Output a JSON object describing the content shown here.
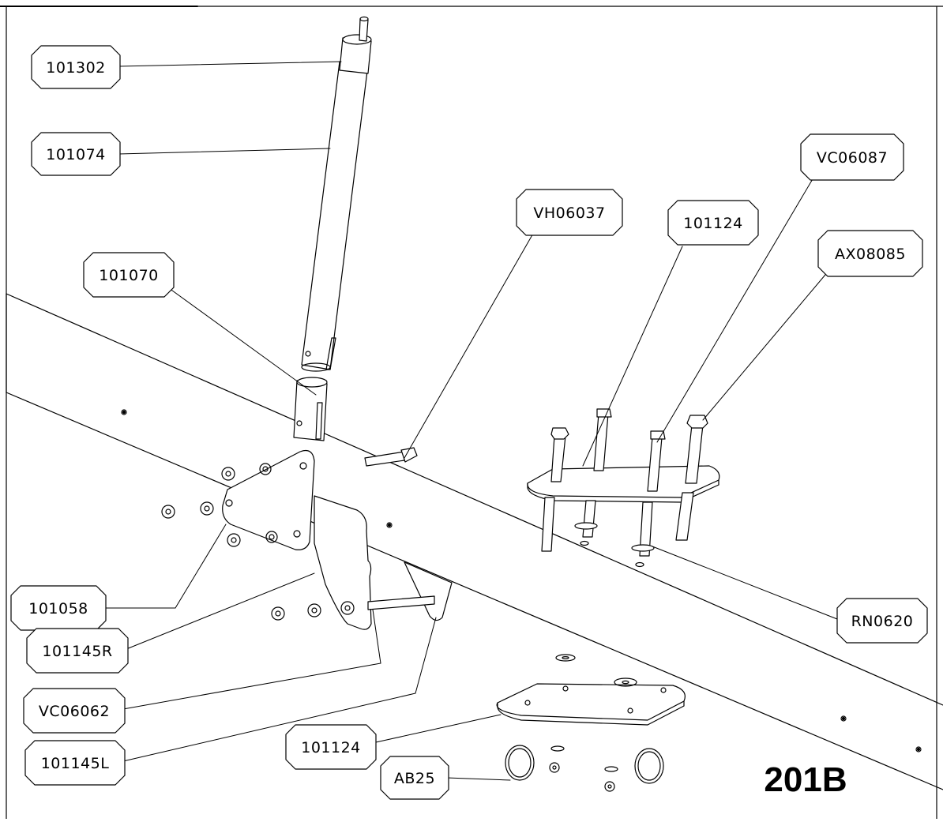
{
  "drawing": {
    "figure_id": "201B",
    "callouts": [
      {
        "id": "c-101302",
        "label": "101302"
      },
      {
        "id": "c-101074",
        "label": "101074"
      },
      {
        "id": "c-101070",
        "label": "101070"
      },
      {
        "id": "c-VH06037",
        "label": "VH06037"
      },
      {
        "id": "c-101124-top",
        "label": "101124"
      },
      {
        "id": "c-VC06087",
        "label": "VC06087"
      },
      {
        "id": "c-AX08085",
        "label": "AX08085"
      },
      {
        "id": "c-101058",
        "label": "101058"
      },
      {
        "id": "c-101145R",
        "label": "101145R"
      },
      {
        "id": "c-VC06062",
        "label": "VC06062"
      },
      {
        "id": "c-101145L",
        "label": "101145L"
      },
      {
        "id": "c-101124-bottom",
        "label": "101124"
      },
      {
        "id": "c-AB25",
        "label": "AB25"
      },
      {
        "id": "c-RN0620",
        "label": "RN0620"
      }
    ]
  }
}
